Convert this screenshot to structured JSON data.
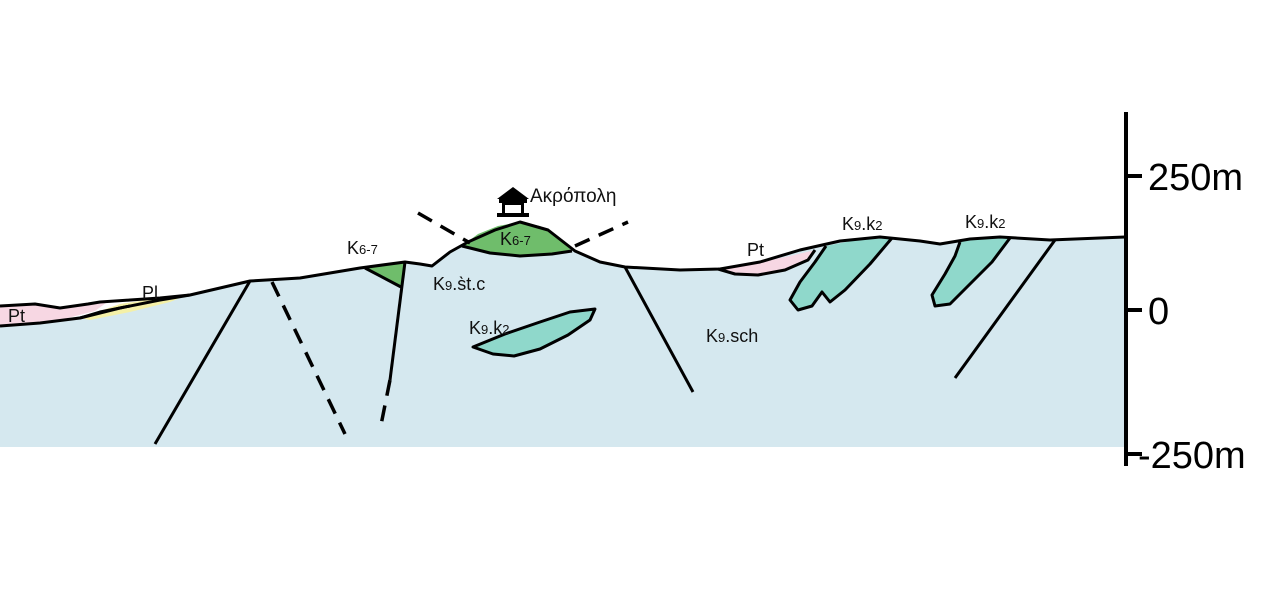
{
  "labels": {
    "acropolis": "Ακρόπολη",
    "k67_left": "K",
    "k67_left_sub": "6-7",
    "k67_top": "K",
    "k67_top_sub": "6-7",
    "k9stc": "K",
    "k9stc_sub": "9",
    "k9stc_tail": ".s̀t.c",
    "k9k2_mid": "K",
    "k9k2_mid_sub": "9",
    "k9k2_mid_dot": ".k",
    "k9k2_mid_sub2": "2",
    "k9k2_r1": "K",
    "k9k2_r1_sub": "9",
    "k9k2_r1_dot": ".k",
    "k9k2_r1_sub2": "2",
    "k9k2_r2": "K",
    "k9k2_r2_sub": "9",
    "k9k2_r2_dot": ".k",
    "k9k2_r2_sub2": "2",
    "k9sch": "K",
    "k9sch_sub": "9",
    "k9sch_tail": ".sch",
    "pt_left": "Pt",
    "pl_left": "Pl",
    "pt_right": "Pt"
  },
  "scale": {
    "top": "250m",
    "zero": "0",
    "bottom": "-250m"
  },
  "colors": {
    "schist": "#d5e8ef",
    "k67_green": "#6fbd6b",
    "k2_teal": "#8fd8cb",
    "pt_pink": "#f7d7e3",
    "pl_yellow": "#f4f0a7",
    "line": "#000000"
  }
}
